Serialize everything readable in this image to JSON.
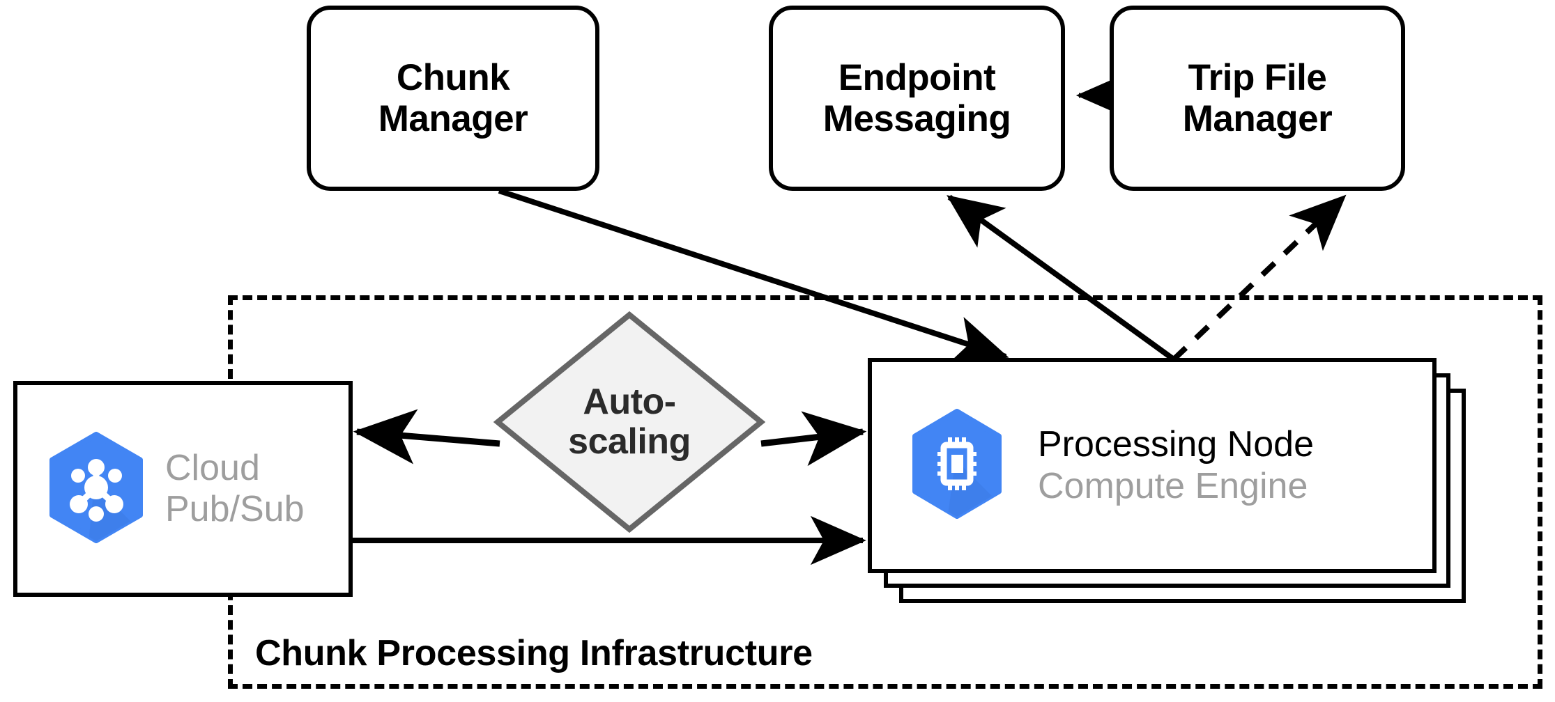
{
  "diagram": {
    "title_label": "Chunk Processing Infrastructure",
    "colors": {
      "stroke": "#000000",
      "gcp_blue": "#4285f4",
      "gcp_blue_shadow": "#3b78e7",
      "muted_text": "#9e9e9e",
      "diamond_fill": "#f2f2f2",
      "diamond_stroke": "#666666",
      "diamond_text": "#2b2b2b",
      "background": "#ffffff"
    }
  },
  "nodes": {
    "chunk_manager": {
      "line1": "Chunk",
      "line2": "Manager"
    },
    "endpoint_messaging": {
      "line1": "Endpoint",
      "line2": "Messaging"
    },
    "trip_file_manager": {
      "line1": "Trip File",
      "line2": "Manager"
    },
    "pubsub": {
      "title": "Cloud",
      "title2": "Pub/Sub",
      "icon": "cloud-pubsub-icon"
    },
    "processing_node": {
      "title": "Processing Node",
      "subtitle": "Compute Engine",
      "icon": "compute-engine-icon"
    },
    "autoscaling": {
      "line1": "Auto-",
      "line2": "scaling"
    }
  },
  "edges": [
    {
      "name": "chunk-manager-to-processing-node",
      "style": "solid",
      "from": "chunk_manager",
      "to": "processing_node"
    },
    {
      "name": "processing-node-to-endpoint-messaging",
      "style": "solid",
      "from": "processing_node",
      "to": "endpoint_messaging"
    },
    {
      "name": "processing-node-to-trip-file-manager",
      "style": "dashed",
      "from": "processing_node",
      "to": "trip_file_manager"
    },
    {
      "name": "trip-file-manager-to-endpoint-messaging",
      "style": "dashed",
      "from": "trip_file_manager",
      "to": "endpoint_messaging"
    },
    {
      "name": "autoscaling-to-pubsub",
      "style": "solid",
      "from": "autoscaling",
      "to": "pubsub"
    },
    {
      "name": "autoscaling-to-processing-node",
      "style": "solid",
      "from": "autoscaling",
      "to": "processing_node"
    },
    {
      "name": "pubsub-to-processing-node",
      "style": "solid",
      "from": "pubsub",
      "to": "processing_node"
    }
  ]
}
